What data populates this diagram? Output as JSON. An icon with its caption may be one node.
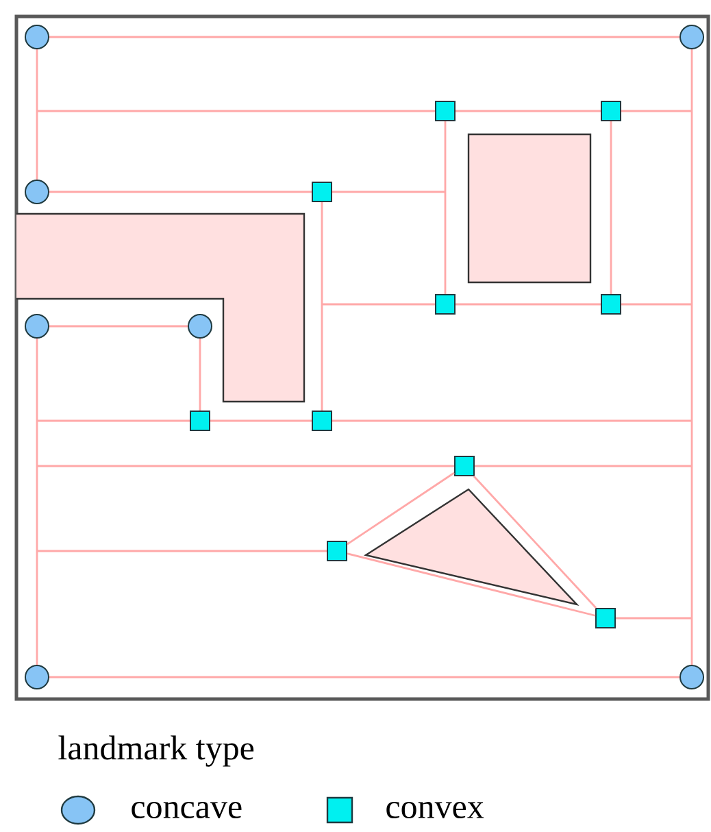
{
  "diagram": {
    "nodes": [
      {
        "text": [],
        "shape": "circle"
      },
      {
        "text": [],
        "shape": "circle"
      },
      {
        "text": [],
        "shape": "circle"
      },
      {
        "text": [],
        "shape": "circle"
      },
      {
        "text": [],
        "shape": "circle"
      },
      {
        "text": [],
        "shape": "circle"
      },
      {
        "text": [],
        "shape": "circle"
      },
      {
        "text": [],
        "shape": "box"
      },
      {
        "text": [],
        "shape": "box"
      },
      {
        "text": [],
        "shape": "box"
      },
      {
        "text": [],
        "shape": "box"
      },
      {
        "text": [],
        "shape": "box"
      },
      {
        "text": [],
        "shape": "box"
      },
      {
        "text": [],
        "shape": "box"
      },
      {
        "text": [],
        "shape": "box"
      },
      {
        "text": [],
        "shape": "box"
      },
      {
        "text": [],
        "shape": "box"
      }
    ],
    "edges": [
      {
        "from": 0,
        "to": 1,
        "arrow": "none"
      },
      {
        "from": 0,
        "to": 2,
        "arrow": "none"
      },
      {
        "from": 1,
        "to": 6,
        "arrow": "none"
      },
      {
        "from": 2,
        "to": 7,
        "arrow": "none"
      },
      {
        "from": 7,
        "to": null,
        "arrow": "none"
      },
      {
        "from": 7,
        "to": 13,
        "arrow": "none"
      },
      {
        "from": 3,
        "to": 4,
        "arrow": "none"
      },
      {
        "from": 3,
        "to": 5,
        "arrow": "none"
      },
      {
        "from": 4,
        "to": 12,
        "arrow": "none"
      },
      {
        "from": 12,
        "to": 13,
        "arrow": "none"
      },
      {
        "from": null,
        "to": 12,
        "arrow": "none"
      },
      {
        "from": 13,
        "to": null,
        "arrow": "none"
      },
      {
        "from": 8,
        "to": 9,
        "arrow": "none"
      },
      {
        "from": 8,
        "to": 10,
        "arrow": "none"
      },
      {
        "from": 9,
        "to": 11,
        "arrow": "none"
      },
      {
        "from": 10,
        "to": 11,
        "arrow": "none"
      },
      {
        "from": null,
        "to": 8,
        "arrow": "none"
      },
      {
        "from": 9,
        "to": null,
        "arrow": "none"
      },
      {
        "from": null,
        "to": 10,
        "arrow": "none"
      },
      {
        "from": 11,
        "to": null,
        "arrow": "none"
      },
      {
        "from": null,
        "to": 14,
        "arrow": "none"
      },
      {
        "from": 14,
        "to": null,
        "arrow": "none"
      },
      {
        "from": null,
        "to": 15,
        "arrow": "none"
      },
      {
        "from": 15,
        "to": 14,
        "arrow": "none"
      },
      {
        "from": 14,
        "to": 16,
        "arrow": "none"
      },
      {
        "from": 15,
        "to": 16,
        "arrow": "none"
      },
      {
        "from": 16,
        "to": null,
        "arrow": "none"
      },
      {
        "from": 5,
        "to": 6,
        "arrow": "none"
      }
    ],
    "labels": [
      "landmark type"
    ],
    "legend": [
      {
        "text": "concave"
      },
      {
        "text": "convex"
      }
    ]
  }
}
